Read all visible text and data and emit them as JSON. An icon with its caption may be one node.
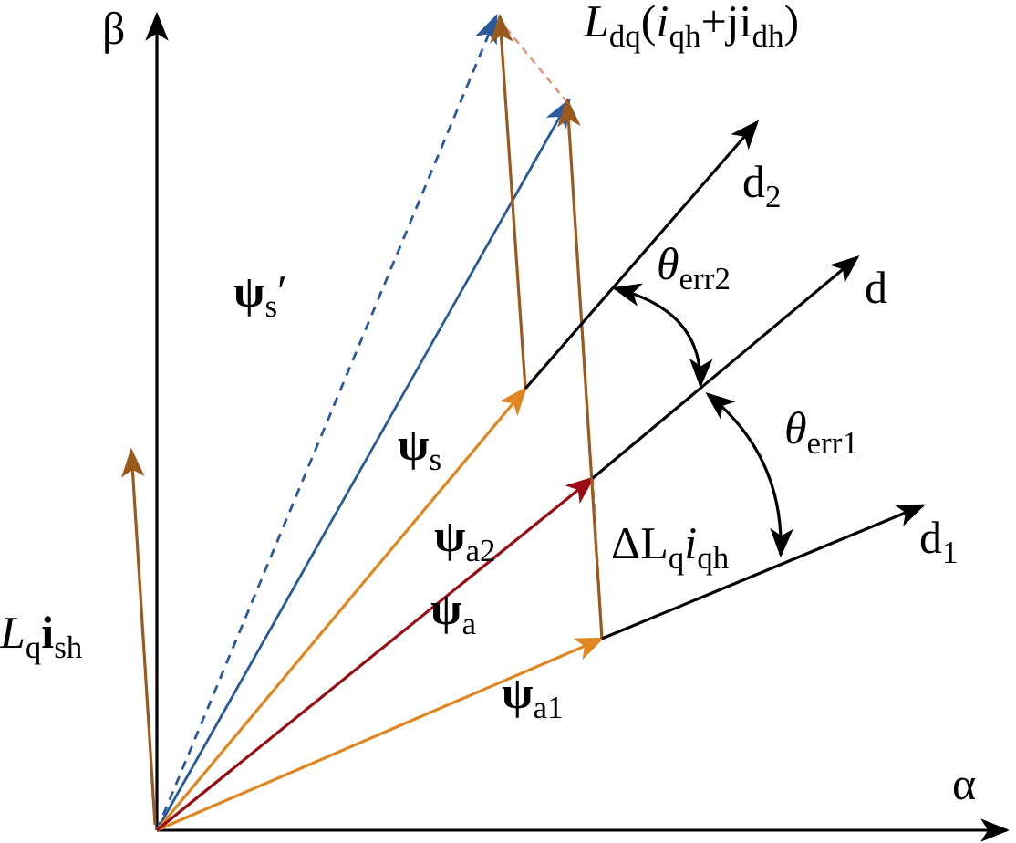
{
  "diagram": {
    "labels": [
      "β",
      "α",
      "*L*$_{dq}$(*i*$_{qh}$+ji$_{dh}$)",
      "d$_{2}$",
      "d",
      "d$_{1}$",
      "*θ*$_{err2}$",
      "*θ*$_{err1}$",
      "**ψ**$_{s}$′",
      "**ψ**$_{s}$",
      "**ψ**$_{a2}$",
      "**ψ**$_{a}$",
      "ΔL$_{q}$*i*$_{qh}$",
      "**ψ**$_{a1}$",
      "*L*$_{q}$**i**$_{sh}$"
    ]
  }
}
